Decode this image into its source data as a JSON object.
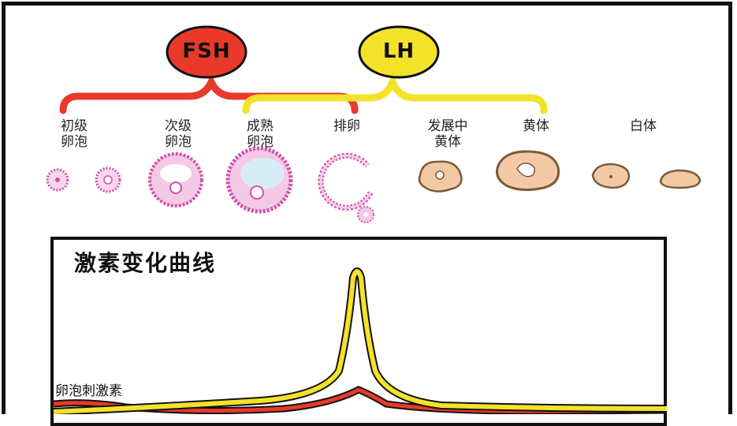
{
  "hormones": {
    "fsh": {
      "label": "FSH",
      "color": "#e8392a"
    },
    "lh": {
      "label": "LH",
      "color": "#f4e22a"
    }
  },
  "stages": [
    {
      "line1": "初级",
      "line2": "卵泡"
    },
    {
      "line1": "次级",
      "line2": "卵泡"
    },
    {
      "line1": "成熟",
      "line2": "卵泡"
    },
    {
      "line1": "排卵",
      "line2": ""
    },
    {
      "line1": "发展中",
      "line2": "黄体"
    },
    {
      "line1": "黄体",
      "line2": ""
    },
    {
      "line1": "白体",
      "line2": ""
    }
  ],
  "chart": {
    "title": "激素变化曲线",
    "fsh_curve_label": "卵泡刺激素"
  },
  "colors": {
    "fsh_red": "#e8392a",
    "lh_yellow": "#f4e22a",
    "follicle_pink": "#d44fa8",
    "corpus_tan": "#f2c9a4"
  }
}
